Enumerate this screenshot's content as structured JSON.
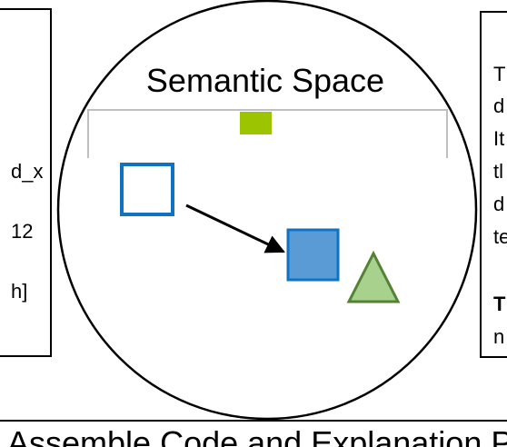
{
  "left_panel": {
    "lines": [
      "d_x",
      "12",
      "h]"
    ]
  },
  "semantic_space": {
    "title": "Semantic Space"
  },
  "right_panel": {
    "lines": [
      "T",
      "d",
      "It",
      "tl",
      "d",
      "te"
    ],
    "bold_line": "T",
    "last_line": "n"
  },
  "bottom_caption": {
    "text": "Assemble Code and Explanation P"
  },
  "colors": {
    "outline": "#000000",
    "bracket": "#bfbfbf",
    "green_marker": "#9dc400",
    "source_square_stroke": "#0f72c3",
    "source_square_fill": "#ffffff",
    "target_square_stroke": "#0f72c3",
    "target_square_fill": "#5b9bd5",
    "triangle_stroke": "#548235",
    "triangle_fill": "#a9d18e",
    "arrow": "#000000"
  }
}
